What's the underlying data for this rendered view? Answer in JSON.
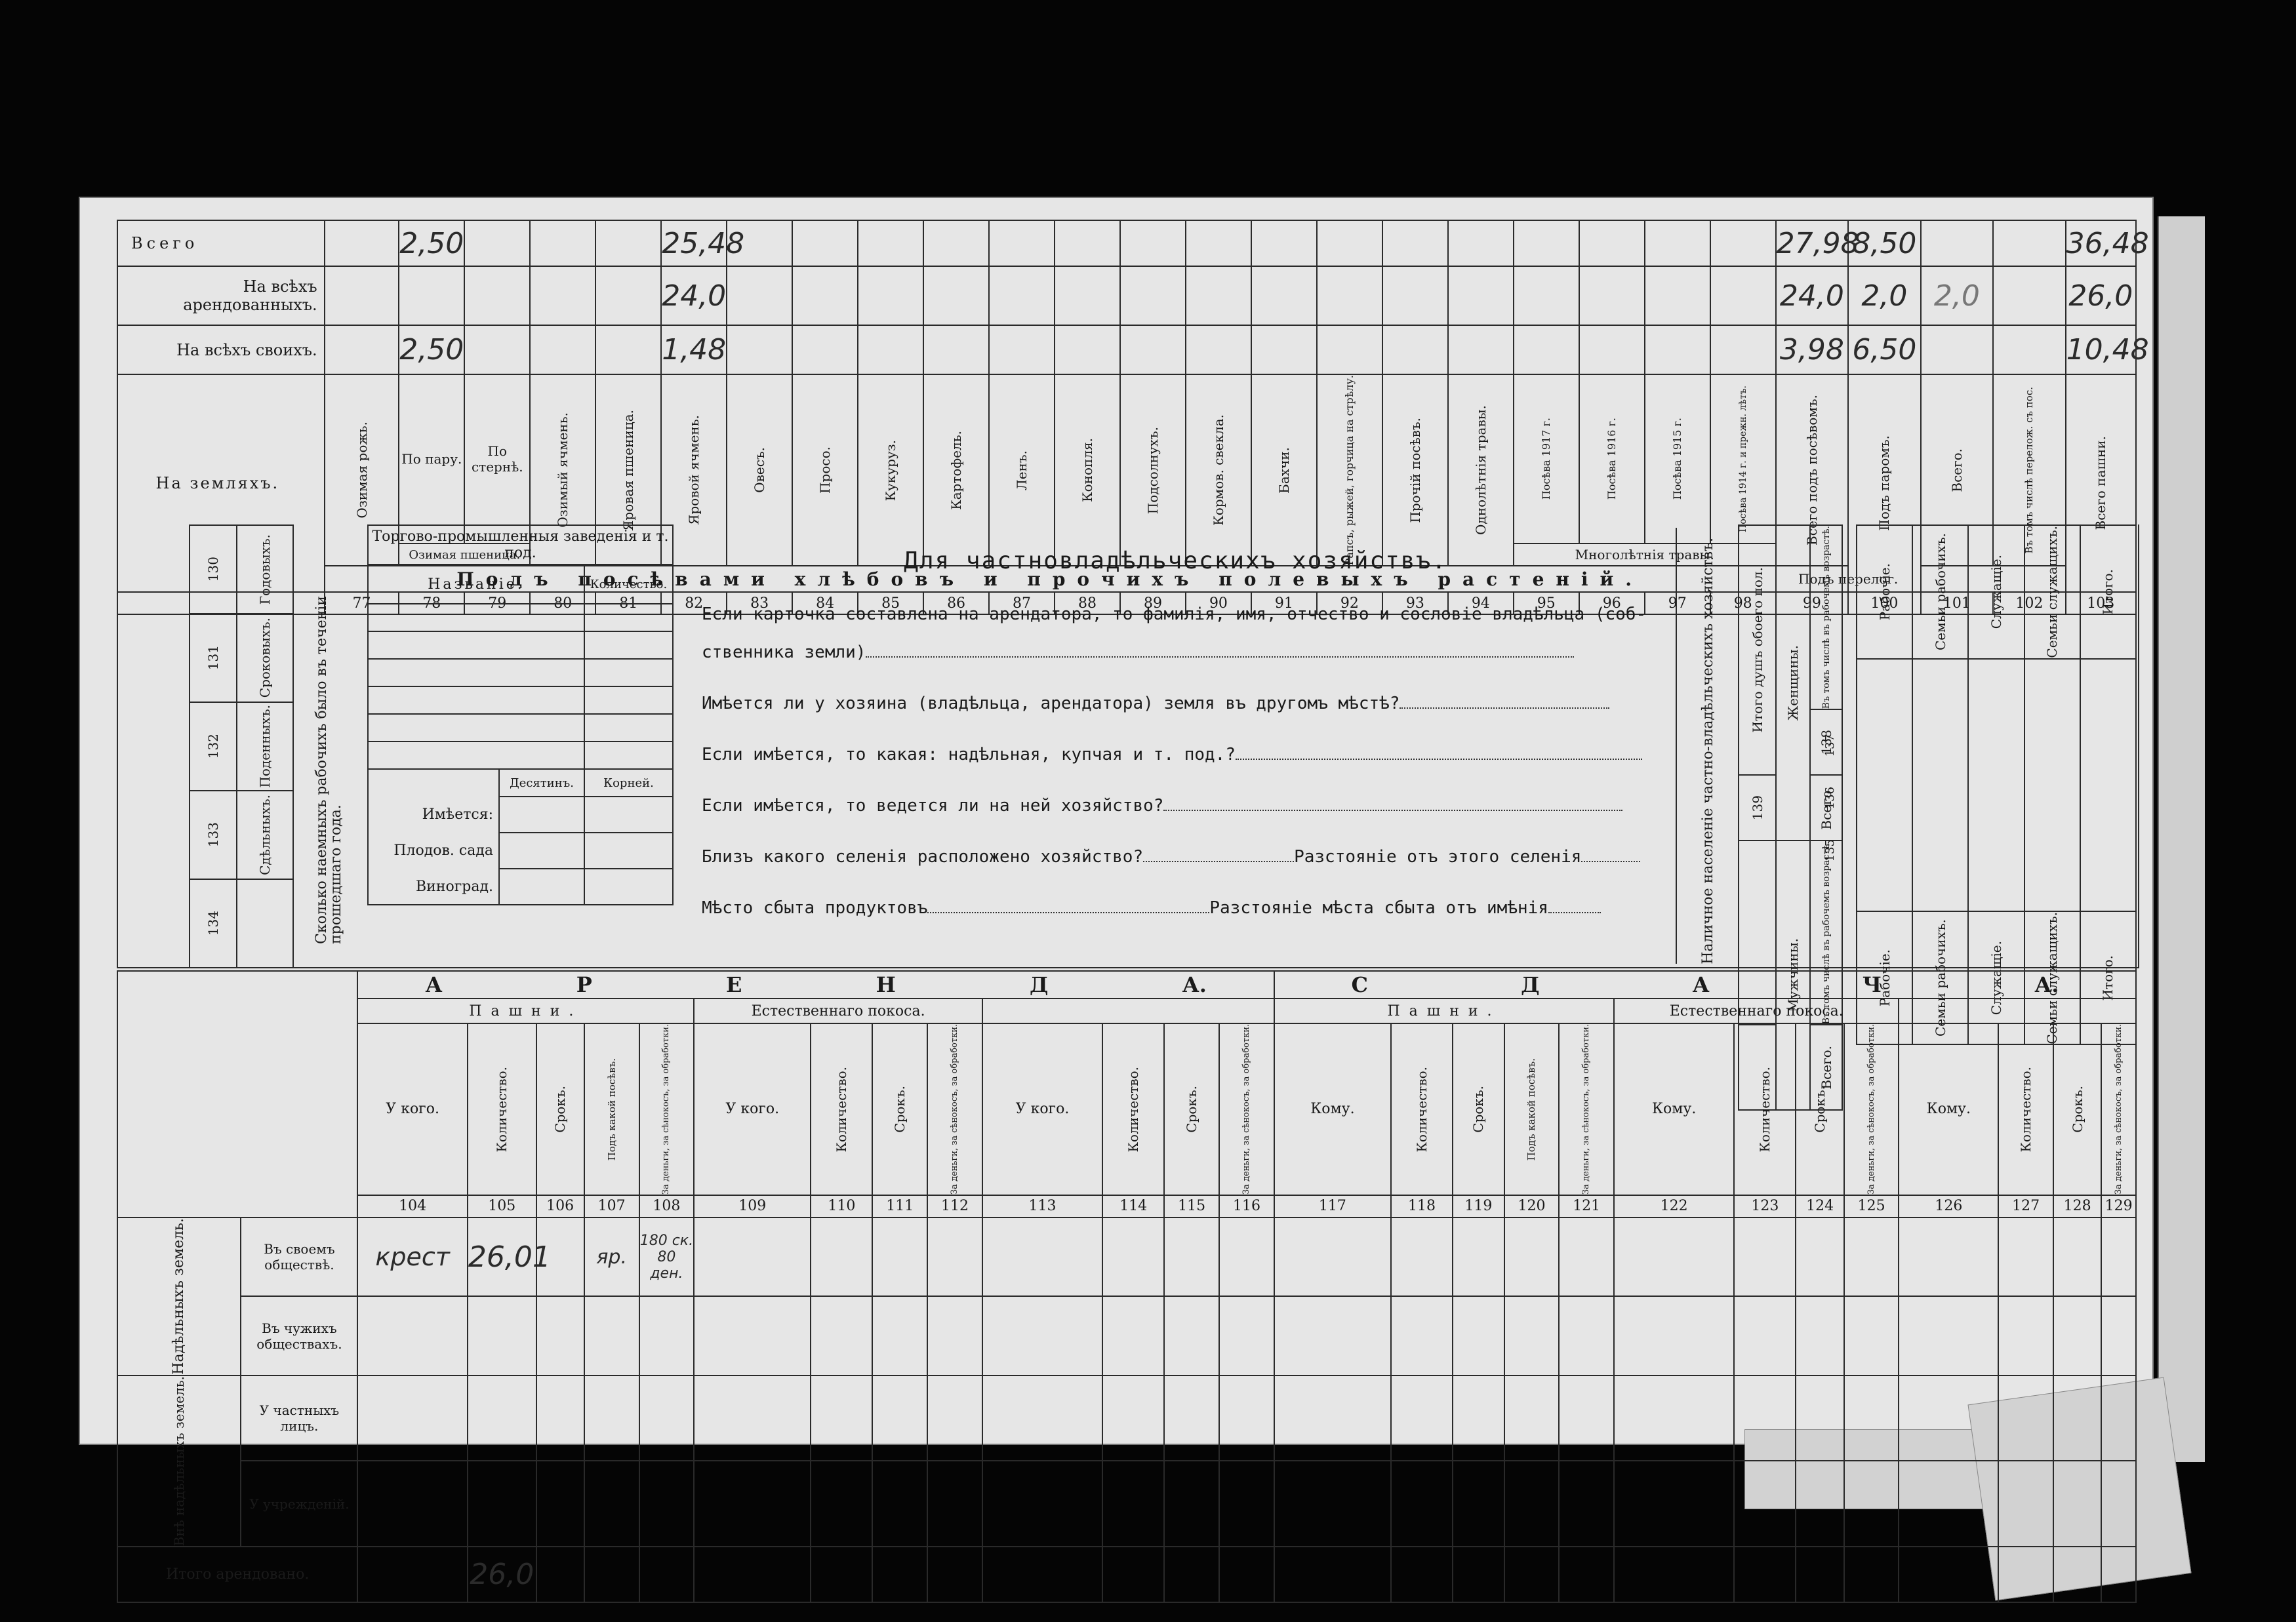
{
  "top": {
    "row_labels": [
      "Всего",
      "На всѣхъ арендованныхъ.",
      "На всѣхъ своихъ."
    ],
    "land_label": "На земляхъ.",
    "headers": [
      "Озимая рожь.",
      "По пару.",
      "По стернѣ.",
      "Озимый ячмень.",
      "Яровая пшеница.",
      "Яровой ячмень.",
      "Овесъ.",
      "Просо.",
      "Кукуруз.",
      "Картофель.",
      "Ленъ.",
      "Конопля.",
      "Подсолнухъ.",
      "Кормов. свекла.",
      "Бахчи.",
      "Рапсъ, рыжей, горчица на стрѣлу.",
      "Прочiй посѣвъ.",
      "Однолѣтнiя травы.",
      "Посѣва 1917 г.",
      "Посѣва 1916 г.",
      "Посѣва 1915 г.",
      "Посѣва 1914 г. и прежн. лѣтъ.",
      "Всего подъ посѣвомъ.",
      "Подъ паромъ.",
      "Всего.",
      "Въ томъ числѣ перелож. съ пос.",
      "Всего пашни."
    ],
    "ozim_wheat": "Озимая пшеница.",
    "mnog": "Многолѣтнiя травы.",
    "perelog": "Подъ перелог.",
    "banner": "Подъ посѣвами хлѣбовъ и прочихъ полевыхъ растенiй.",
    "col_numbers": [
      "77",
      "78",
      "79",
      "80",
      "81",
      "82",
      "83",
      "84",
      "85",
      "86",
      "87",
      "88",
      "89",
      "90",
      "91",
      "92",
      "93",
      "94",
      "95",
      "96",
      "97",
      "98",
      "99",
      "100",
      "101",
      "102",
      "103"
    ],
    "hw_total": {
      "c78": "2,50",
      "c82": "25,48",
      "c99": "27,98",
      "c100": "8,50",
      "c103": "36,48"
    },
    "hw_rented": {
      "c82": "24,0",
      "c99": "24,0",
      "c100": "2,0",
      "c101": "2,0",
      "c103": "26,0"
    },
    "hw_own": {
      "c78": "2,50",
      "c82": "1,48",
      "c99": "3,98",
      "c100": "6,50",
      "c103": "10,48"
    }
  },
  "middle": {
    "left_cols": [
      {
        "num": "130",
        "label": "Годовыхъ."
      },
      {
        "num": "131",
        "label": "Сроковыхъ."
      },
      {
        "num": "132",
        "label": "Поденныхъ."
      },
      {
        "num": "133",
        "label": "Сдѣльныхъ."
      },
      {
        "num": "134",
        "label": ""
      }
    ],
    "hired_vertical": "Сколько наемныхъ рабочихъ было въ теченiи прошедшаго года.",
    "trade_title": "Торгово-промышленныя заведенiя и т. под.",
    "trade_name": "Названiе.",
    "trade_qty": "Количество.",
    "has_label": "Имѣется:",
    "orchard": "Плодов. сада",
    "vineyard": "Виноград.",
    "desyatin": "Десятинъ.",
    "korney": "Корней.",
    "private_title": "Для частновладѣльческихъ хозяйствъ.",
    "q1a": "Если карточка составлена на арендатора, то фамилiя, имя, отчество и сословiе владѣльца (соб-",
    "q1b": "ственника земли)",
    "q2": "Имѣется ли у хозяина (владѣльца, арендатора) земля въ другомъ мѣстѣ?",
    "q3": "Если имѣется, то какая: надѣльная, купчая и т. под.?",
    "q4": "Если имѣется, то ведется ли на ней хозяйство?",
    "q5a": "Близъ какого селенiя расположено хозяйство?",
    "q5b": "Разстоянiе отъ этого селенiя",
    "q6a": "Мѣсто сбыта продуктовъ",
    "q6b": "Разстоянiе мѣста сбыта отъ имѣнiя",
    "pop_vertical": "Наличное населенiе частно-владѣльческихъ хозяйствъ.",
    "men": "Мужчины.",
    "women": "Женщины.",
    "total_both": "Итого душъ обоего пол.",
    "vsego": "Всего.",
    "incl_workers": "Въ томъ числѣ въ рабочемъ возрастѣ.",
    "pop_nums": [
      "135",
      "136",
      "137",
      "138",
      "139"
    ],
    "right_top": [
      "Рабочiе.",
      "Семьи рабочихъ.",
      "Служащiе.",
      "Семьи служащихъ.",
      "Итого."
    ],
    "right_bot": [
      "Рабочiе.",
      "Семьи рабочихъ.",
      "Служащiе.",
      "Семьи служащихъ.",
      "Итого."
    ]
  },
  "bottom": {
    "arenda_letters": [
      "А",
      "Р",
      "Е",
      "Н",
      "Д",
      "А."
    ],
    "sdacha_letters": [
      "С",
      "Д",
      "А",
      "Ч",
      "А."
    ],
    "pashni": "Пашни.",
    "pokos": "Естественнаго покоса.",
    "u_kogo": "У кого.",
    "komu": "Кому.",
    "kolichestvo": "Количество.",
    "srok": "Срокъ.",
    "pod_kakoy": "Подъ какой посѣвъ.",
    "za_dengi": "За деньги, за сѣнокосъ, за обработки.",
    "col_numbers": [
      "104",
      "105",
      "106",
      "107",
      "108",
      "109",
      "110",
      "111",
      "112",
      "113",
      "114",
      "115",
      "116",
      "117",
      "118",
      "119",
      "120",
      "121",
      "122",
      "123",
      "124",
      "125",
      "126",
      "127",
      "128",
      "129"
    ],
    "nadel_group": "Надѣльныхъ земель.",
    "vne_group": "Внѣ надѣльныхъ земель.",
    "rows": [
      "Въ своемъ обществѣ.",
      "Въ чужихъ обществахъ.",
      "У частныхъ лицъ.",
      "У учрежденiй.",
      "Итого арендовано."
    ],
    "hw_row1": {
      "c104": "крест",
      "c105": "26,01",
      "c107": "яр.",
      "c108": "180 ск. 80 ден."
    },
    "hw_total": {
      "c105": "26,0"
    }
  }
}
